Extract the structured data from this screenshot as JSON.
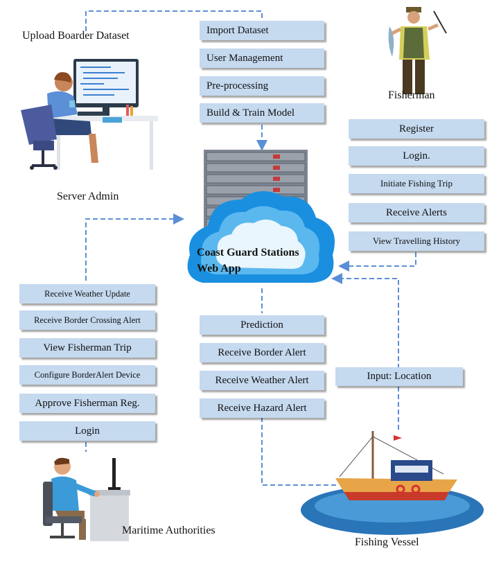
{
  "labels": {
    "upload_dataset": "Upload Boarder Dataset",
    "server_admin": "Server Admin",
    "fisherman": "Fisherman",
    "maritime_authorities": "Maritime  Authorities",
    "fishing_vessel": "Fishing  Vessel"
  },
  "admin_steps": [
    "Import Dataset",
    "User Management",
    "Pre-processing",
    "Build  & Train Model"
  ],
  "fisherman_steps": [
    "Register",
    "Login.",
    "Initiate Fishing Trip",
    "Receive Alerts",
    "View Travelling History"
  ],
  "authority_steps": [
    "Receive  Weather Update",
    "Receive Border Crossing Alert",
    "View Fisherman Trip",
    "Configure BorderAlert Device",
    "Approve Fisherman Reg.",
    "Login"
  ],
  "vessel_steps": [
    "Prediction",
    "Receive Border Alert",
    "Receive Weather Alert",
    "Receive Hazard Alert"
  ],
  "input_location": "Input: Location",
  "cloud": {
    "line1": "Coast Guard  Stations",
    "line2": "Web App"
  },
  "colors": {
    "box_fill": "#c5d9ef",
    "connector": "#5b8ed6",
    "cloud_blue": "#1a8fe0"
  },
  "icons": {
    "admin": "computer-desk-icon",
    "fisherman": "fisherman-icon",
    "authority": "office-worker-icon",
    "server": "server-rack-icon",
    "cloud": "cloud-icon",
    "vessel": "fishing-boat-icon"
  }
}
